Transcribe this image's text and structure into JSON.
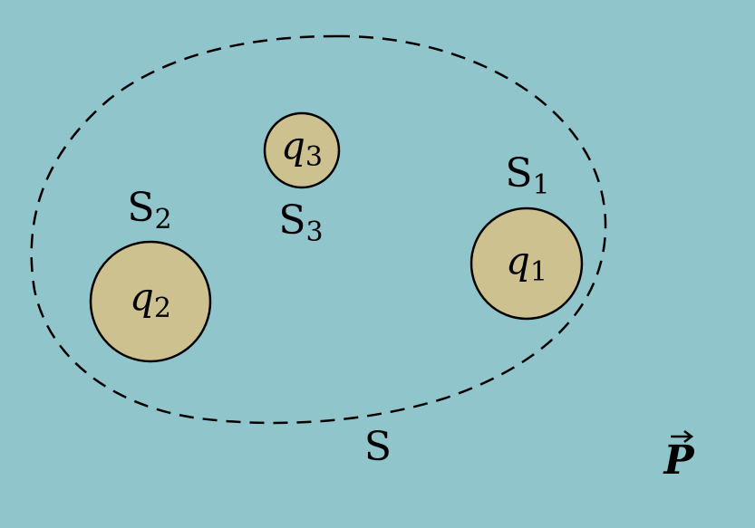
{
  "colors": {
    "background": "#8fc5cb",
    "charge_fill": "#cdc190",
    "stroke": "#000000"
  },
  "surface": {
    "label": "S"
  },
  "charges": [
    {
      "name": "q",
      "subscript": "1",
      "surface_label": "S",
      "surface_subscript": "1"
    },
    {
      "name": "q",
      "subscript": "2",
      "surface_label": "S",
      "surface_subscript": "2"
    },
    {
      "name": "q",
      "subscript": "3",
      "surface_label": "S",
      "surface_subscript": "3"
    }
  ],
  "point": {
    "label": "P",
    "vector_arrow": true
  }
}
